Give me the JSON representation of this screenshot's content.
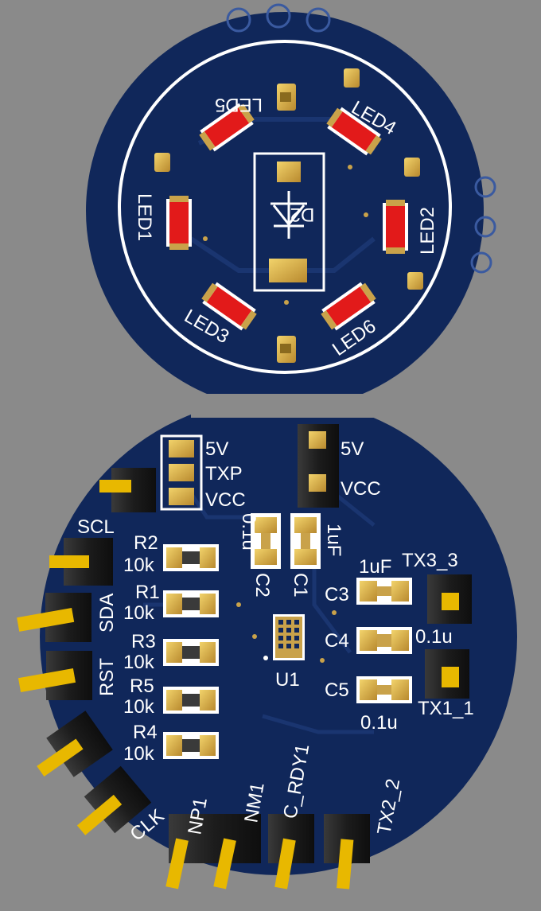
{
  "colors": {
    "background": "#8a8a8a",
    "board": "#10275a",
    "board_dark": "#0c1f4a",
    "silkscreen": "#ffffff",
    "pad_gold": "#c9a24a",
    "pad_gold_light": "#e6c35c",
    "led_red": "#e21a1a",
    "header_black": "#1e1e1e",
    "pin_gold": "#e8b800"
  },
  "top_board": {
    "leds": [
      {
        "ref": "LED5"
      },
      {
        "ref": "LED4"
      },
      {
        "ref": "LED1"
      },
      {
        "ref": "LED2"
      },
      {
        "ref": "LED3"
      },
      {
        "ref": "LED6"
      }
    ],
    "center_part": {
      "ref": "D2"
    }
  },
  "bottom_board": {
    "jumper_left": {
      "labels": [
        "5V",
        "TXP",
        "VCC"
      ]
    },
    "header_right": {
      "labels": [
        "5V",
        "VCC"
      ]
    },
    "resistors": [
      {
        "ref": "R2",
        "value": "10k"
      },
      {
        "ref": "R1",
        "value": "10k"
      },
      {
        "ref": "R3",
        "value": "10k"
      },
      {
        "ref": "R5",
        "value": "10k"
      },
      {
        "ref": "R4",
        "value": "10k"
      }
    ],
    "caps_vertical": [
      {
        "ref": "C2",
        "value": "0.1u"
      },
      {
        "ref": "C1",
        "value": "1uF"
      }
    ],
    "caps_right": [
      {
        "ref": "C3",
        "value": "1uF"
      },
      {
        "ref": "C4",
        "value": "0.1u"
      },
      {
        "ref": "C5",
        "value": "0.1u"
      }
    ],
    "ic": {
      "ref": "U1"
    },
    "connectors": {
      "scl": "SCL",
      "sda": "SDA",
      "rst": "RST",
      "clk": "CLK",
      "np1": "NP1",
      "nm1": "NM1",
      "rdy": "C_RDY1",
      "tx2": "TX2_2",
      "tx3": "TX3_3",
      "tx1": "TX1_1"
    }
  }
}
